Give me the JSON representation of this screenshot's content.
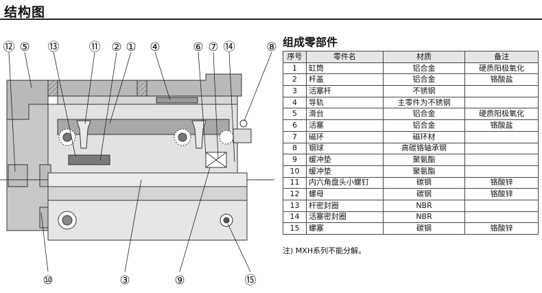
{
  "header": {
    "title": "结构图"
  },
  "diagram": {
    "callouts_top": [
      "⑫",
      "⑤",
      "⑬",
      "⑪",
      "②",
      "①",
      "④",
      "⑥",
      "⑦",
      "⑭",
      "⑧"
    ],
    "callouts_bottom": [
      "⑩",
      "③",
      "⑨",
      "⑮"
    ]
  },
  "parts": {
    "title": "组成零部件",
    "headers": [
      "序号",
      "零件名",
      "材质",
      "备注"
    ],
    "rows": [
      {
        "no": "1",
        "name": "缸筒",
        "material": "铝合金",
        "note": "硬质阳极氧化"
      },
      {
        "no": "2",
        "name": "杆盖",
        "material": "铝合金",
        "note": "铬酸盐"
      },
      {
        "no": "3",
        "name": "活塞杆",
        "material": "不锈钢",
        "note": ""
      },
      {
        "no": "4",
        "name": "导轨",
        "material": "主零件为不锈钢",
        "note": ""
      },
      {
        "no": "5",
        "name": "滑台",
        "material": "铝合金",
        "note": "硬质阳极氧化"
      },
      {
        "no": "6",
        "name": "活塞",
        "material": "铝合金",
        "note": "铬酸盐"
      },
      {
        "no": "7",
        "name": "磁环",
        "material": "磁环材",
        "note": ""
      },
      {
        "no": "8",
        "name": "钢球",
        "material": "高碳铬轴承钢",
        "note": ""
      },
      {
        "no": "9",
        "name": "缓冲垫",
        "material": "聚氨酯",
        "note": ""
      },
      {
        "no": "10",
        "name": "缓冲垫",
        "material": "聚氨酯",
        "note": ""
      },
      {
        "no": "11",
        "name": "内六角盘头小螺钉",
        "material": "碳钢",
        "note": "铬酸锌"
      },
      {
        "no": "12",
        "name": "螺母",
        "material": "碳钢",
        "note": "铬酸锌"
      },
      {
        "no": "13",
        "name": "杆密封圈",
        "material": "NBR",
        "note": ""
      },
      {
        "no": "14",
        "name": "活塞密封圈",
        "material": "NBR",
        "note": ""
      },
      {
        "no": "15",
        "name": "螺塞",
        "material": "碳钢",
        "note": "铬酸锌"
      }
    ],
    "footnote": "注) MXH系列不能分解。"
  }
}
